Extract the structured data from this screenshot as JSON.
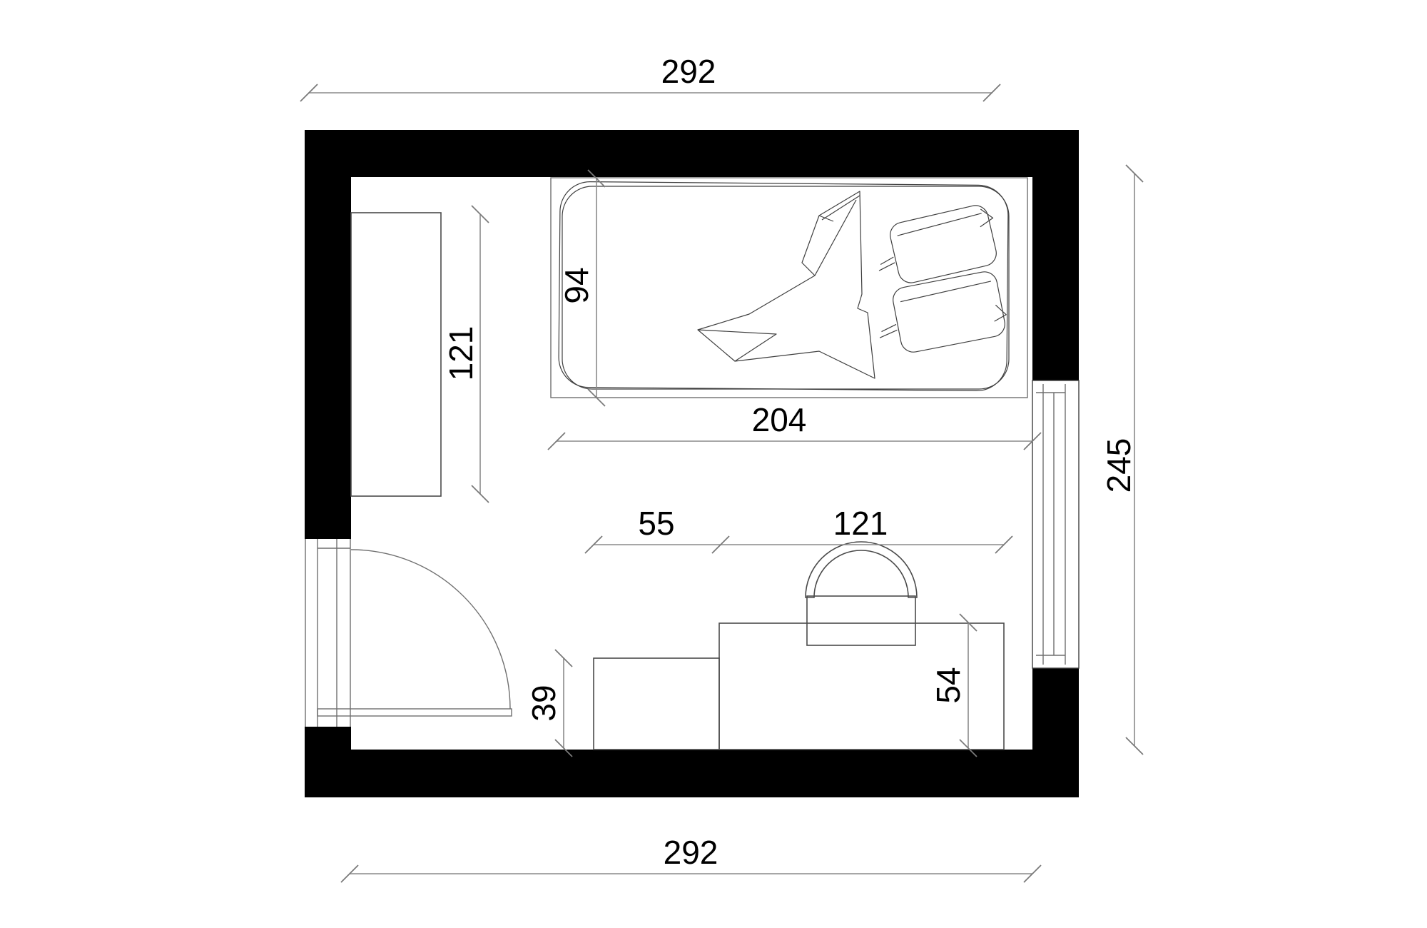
{
  "plan": {
    "dimensions": {
      "top_width": "292",
      "bottom_width": "292",
      "right_height": "245",
      "bed_length": "204",
      "bed_width": "94",
      "wardrobe_length": "121",
      "cabinet_width": "55",
      "desk_width": "121",
      "cabinet_depth": "39",
      "desk_depth": "54"
    },
    "colors": {
      "wall": "#000000",
      "dimension_line": "#8a8a8a",
      "furniture_line": "#4a4a4a",
      "text": "#000000",
      "background": "#ffffff"
    }
  }
}
